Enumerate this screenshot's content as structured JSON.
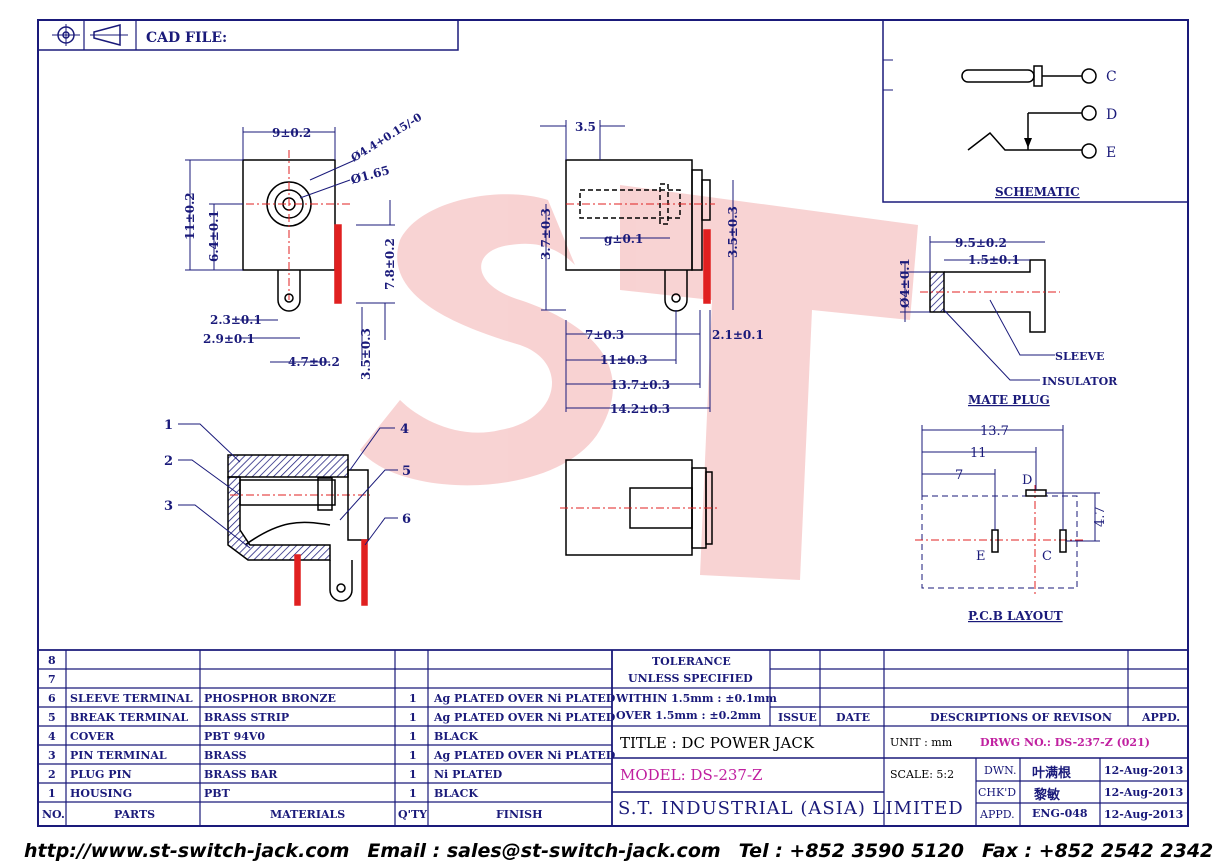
{
  "header": {
    "cad_file_label": "CAD FILE:"
  },
  "watermark": {
    "text": "ST"
  },
  "schematic": {
    "title": "SCHEMATIC",
    "pins": [
      "C",
      "D",
      "E"
    ]
  },
  "front_view": {
    "dims": [
      "9±0.2",
      "Ø4.4+0.15/-0",
      "Ø1.65",
      "11±0.2",
      "6.4±0.1",
      "7.8±0.2",
      "2.3±0.1",
      "2.9±0.1",
      "4.7±0.2",
      "3.5±0.3"
    ]
  },
  "side_view": {
    "dims": [
      "3.5",
      "3.7±0.3",
      "g±0.1",
      "3.5±0.3",
      "7±0.3",
      "2.1±0.1",
      "11±0.3",
      "13.7±0.3",
      "14.2±0.3"
    ]
  },
  "mate_plug": {
    "title": "MATE PLUG",
    "dims": [
      "9.5±0.2",
      "1.5±0.1",
      "Ø4±0.1"
    ],
    "labels": [
      "SLEEVE",
      "INSULATOR"
    ]
  },
  "section_view": {
    "callouts": [
      "1",
      "2",
      "3",
      "4",
      "5",
      "6"
    ]
  },
  "pcb_layout": {
    "title": "P.C.B LAYOUT",
    "dims": [
      "13.7",
      "11",
      "7",
      "4.7"
    ],
    "pins": [
      "D",
      "E",
      "C"
    ]
  },
  "parts_table": {
    "empty_rows": [
      "8",
      "7"
    ],
    "rows": [
      {
        "no": "6",
        "part": "SLEEVE TERMINAL",
        "material": "PHOSPHOR BRONZE",
        "qty": "1",
        "finish": "Ag PLATED OVER Ni PLATED"
      },
      {
        "no": "5",
        "part": "BREAK TERMINAL",
        "material": "BRASS STRIP",
        "qty": "1",
        "finish": "Ag PLATED OVER Ni PLATED"
      },
      {
        "no": "4",
        "part": "COVER",
        "material": "PBT 94V0",
        "qty": "1",
        "finish": "BLACK"
      },
      {
        "no": "3",
        "part": "PIN TERMINAL",
        "material": "BRASS",
        "qty": "1",
        "finish": "Ag PLATED OVER Ni PLATED"
      },
      {
        "no": "2",
        "part": "PLUG PIN",
        "material": "BRASS BAR",
        "qty": "1",
        "finish": "Ni PLATED"
      },
      {
        "no": "1",
        "part": "HOUSING",
        "material": "PBT",
        "qty": "1",
        "finish": "BLACK"
      }
    ],
    "headers": {
      "no": "NO.",
      "parts": "PARTS",
      "materials": "MATERIALS",
      "qty": "Q'TY",
      "finish": "FINISH"
    }
  },
  "tolerance": {
    "line1": "TOLERANCE",
    "line2": "UNLESS SPECIFIED",
    "line3": "WITHIN 1.5mm : ±0.1mm",
    "line4": "OVER 1.5mm : ±0.2mm"
  },
  "revision_headers": {
    "issue": "ISSUE",
    "date": "DATE",
    "descriptions": "DESCRIPTIONS OF REVISON",
    "appd": "APPD."
  },
  "title_block": {
    "title": "TITLE : DC POWER JACK",
    "model": "MODEL: DS-237-Z",
    "company": "S.T. INDUSTRIAL (ASIA) LIMITED",
    "unit": "UNIT : mm",
    "scale": "SCALE: 5:2",
    "drwg_no": "DRWG NO.: DS-237-Z (021)",
    "dwn_label": "DWN.",
    "dwn_name": "叶满根",
    "dwn_date": "12-Aug-2013",
    "chkd_label": "CHK'D",
    "chkd_name": "黎敏",
    "chkd_date": "12-Aug-2013",
    "appd_label": "APPD.",
    "appd_name": "ENG-048",
    "appd_date": "12-Aug-2013"
  },
  "footer": {
    "url": "http://www.st-switch-jack.com",
    "email": "Email : sales@st-switch-jack.com",
    "tel": "Tel : +852 3590 5120",
    "fax": "Fax : +852 2542 2342"
  },
  "colors": {
    "ink": "#1a1a7a",
    "red": "#e02020",
    "watermark": "#f4b5b5",
    "magenta": "#c020a0"
  }
}
